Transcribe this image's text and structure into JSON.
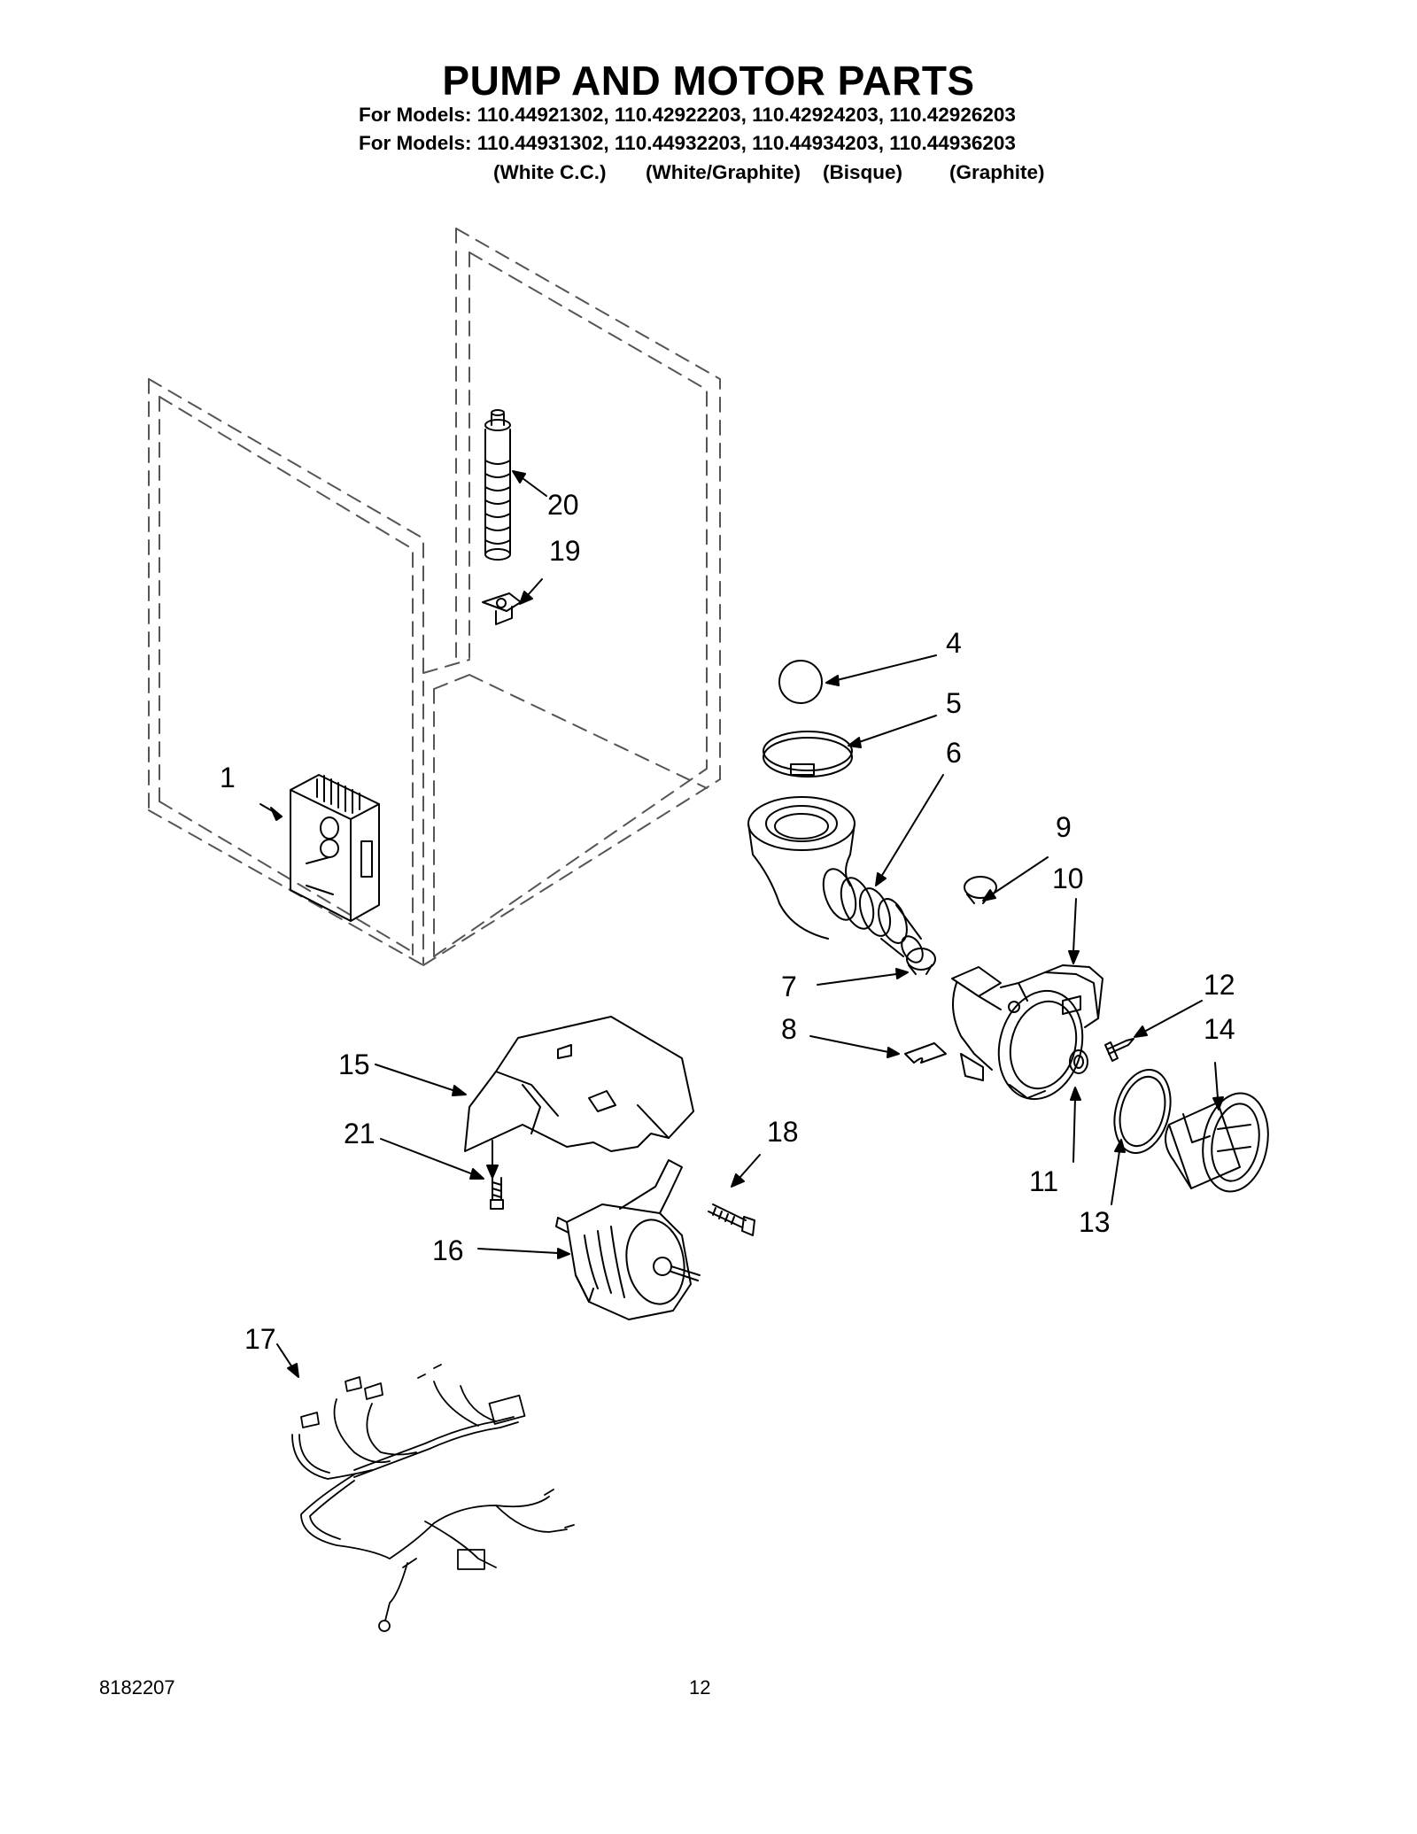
{
  "header": {
    "title": "PUMP AND MOTOR PARTS",
    "models_line_1": "For Models: 110.44921302, 110.42922203, 110.42924203, 110.42926203",
    "models_line_2": "For Models: 110.44931302, 110.44932203, 110.44934203, 110.44936203",
    "finishes": [
      "(White C.C.)",
      "(White/Graphite)",
      "(Bisque)",
      "(Graphite)"
    ]
  },
  "callouts": [
    "1",
    "4",
    "5",
    "6",
    "7",
    "8",
    "9",
    "10",
    "11",
    "12",
    "13",
    "14",
    "15",
    "16",
    "17",
    "18",
    "19",
    "20",
    "21"
  ],
  "footer": {
    "doc_number": "8182207",
    "page_number": "12"
  },
  "colors": {
    "line": "#000000",
    "dash": "#555555",
    "background": "#ffffff"
  }
}
